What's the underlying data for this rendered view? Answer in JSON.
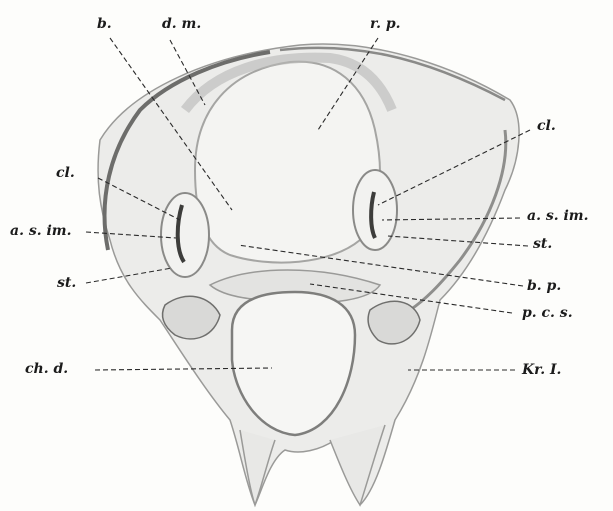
{
  "labels": {
    "b_top": "b.",
    "dm": "d. m.",
    "rp": "r. p.",
    "cl_left": "cl.",
    "asim_left": "a. s. im.",
    "st_left": "st.",
    "chd": "ch. d.",
    "cl_right": "cl.",
    "asim_right": "a. s. im.",
    "st_right": "st.",
    "bp": "b. p.",
    "pcs": "p. c. s.",
    "kr": "Kr. I."
  }
}
